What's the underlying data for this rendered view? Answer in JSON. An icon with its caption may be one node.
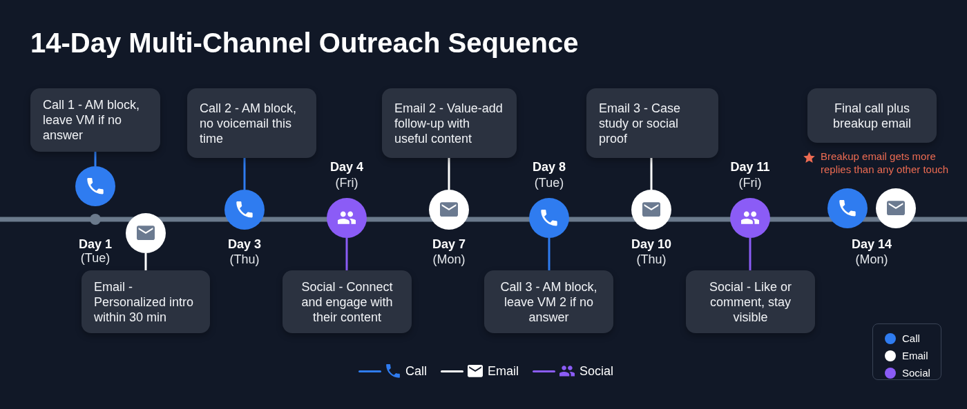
{
  "diagram": {
    "title": "14-Day Multi-Channel Outreach Sequence",
    "nodes": [
      {
        "text": [
          "Call 1 - AM block, leave VM if no answer"
        ]
      },
      {
        "text": [],
        "shape": "circle"
      },
      {
        "text": [],
        "shape": "circle"
      },
      {
        "text": [
          "Email - Personalized intro within 30 min"
        ]
      },
      {
        "text": [
          "Call 2 - AM block, no voicemail this time"
        ]
      },
      {
        "text": [],
        "shape": "circle"
      },
      {
        "text": [],
        "shape": "circle"
      },
      {
        "text": [
          "Social - Connect and engage with their content"
        ]
      },
      {
        "text": [
          "Email 2 - Value-add follow-up with useful content"
        ]
      },
      {
        "text": [],
        "shape": "circle"
      },
      {
        "text": [],
        "shape": "circle"
      },
      {
        "text": [
          "Call 3 - AM block, leave VM 2 if no answer"
        ]
      },
      {
        "text": [
          "Email 3 - Case study or social proof"
        ]
      },
      {
        "text": [],
        "shape": "circle"
      },
      {
        "text": [],
        "shape": "circle"
      },
      {
        "text": [
          "Social - Like or comment, stay visible"
        ]
      },
      {
        "text": [
          "Final call plus breakup email"
        ]
      },
      {
        "text": [],
        "shape": "circle"
      },
      {
        "text": [],
        "shape": "circle"
      }
    ],
    "edges": [
      {
        "from": 0,
        "to": 1,
        "arrow": "none",
        "color": "#2f7cf0"
      },
      {
        "from": 3,
        "to": 2,
        "arrow": "none",
        "color": "#ffffff"
      },
      {
        "from": 4,
        "to": 5,
        "arrow": "none",
        "color": "#2f7cf0"
      },
      {
        "from": 7,
        "to": 6,
        "arrow": "none",
        "color": "#8b5cf6"
      },
      {
        "from": 8,
        "to": 9,
        "arrow": "none",
        "color": "#ffffff"
      },
      {
        "from": 11,
        "to": 10,
        "arrow": "none",
        "color": "#2f7cf0"
      },
      {
        "from": 12,
        "to": 13,
        "arrow": "none",
        "color": "#ffffff"
      },
      {
        "from": 15,
        "to": 14,
        "arrow": "none",
        "color": "#8b5cf6"
      }
    ],
    "labels": [
      "Breakup email gets more replies than any other touch",
      "Day 4",
      "(Fri)",
      "Day 8",
      "(Tue)",
      "Day 11",
      "(Fri)",
      "Day 1",
      "(Tue)",
      "Day 3",
      "(Thu)",
      "Day 7",
      "(Mon)",
      "Day 10",
      "(Thu)",
      "Day 14",
      "(Mon)"
    ],
    "legend": [
      {
        "text": "Call"
      },
      {
        "text": "Email"
      },
      {
        "text": "Social"
      },
      {
        "text": "Call",
        "color": "#2f7cf0"
      },
      {
        "text": "Email",
        "color": "#ffffff"
      },
      {
        "text": "Social",
        "color": "#8b5cf6"
      }
    ]
  }
}
